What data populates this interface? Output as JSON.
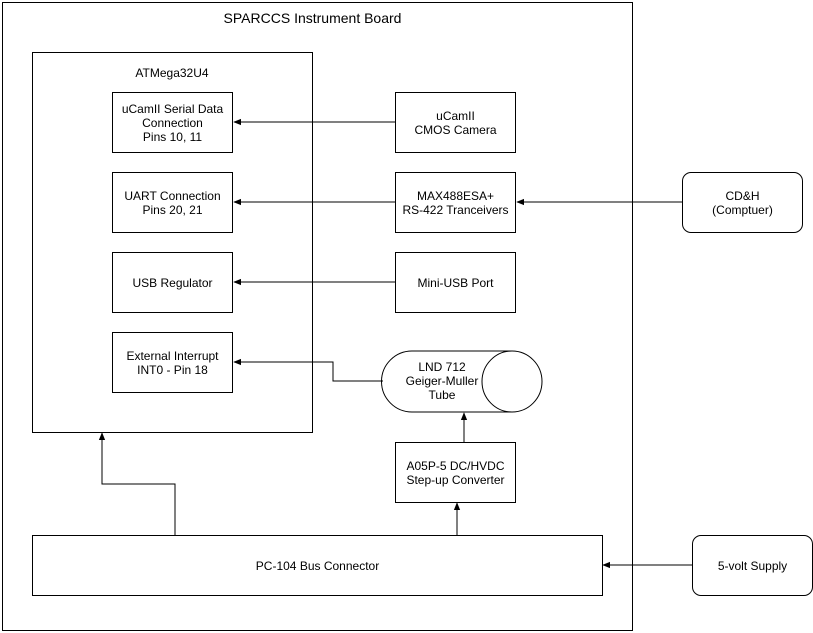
{
  "diagram": {
    "board_title": "SPARCCS Instrument Board",
    "mcu": {
      "title": "ATMega32U4",
      "blocks": [
        {
          "label": "uCamII Serial Data\nConnection\nPins 10, 11"
        },
        {
          "label": "UART Connection\nPins 20, 21"
        },
        {
          "label": "USB Regulator"
        },
        {
          "label": "External Interrupt\nINT0 - Pin 18"
        }
      ]
    },
    "components": {
      "camera": "uCamII\nCMOS Camera",
      "transceiver": "MAX488ESA+\nRS-422 Tranceivers",
      "usb_port": "Mini-USB Port",
      "geiger_tube": "LND 712\nGeiger-Muller\nTube",
      "converter": "A05P-5 DC/HVDC\nStep-up Converter",
      "bus_connector": "PC-104 Bus Connector"
    },
    "external": {
      "cdh": "CD&H\n(Comptuer)",
      "supply": "5-volt Supply"
    }
  }
}
